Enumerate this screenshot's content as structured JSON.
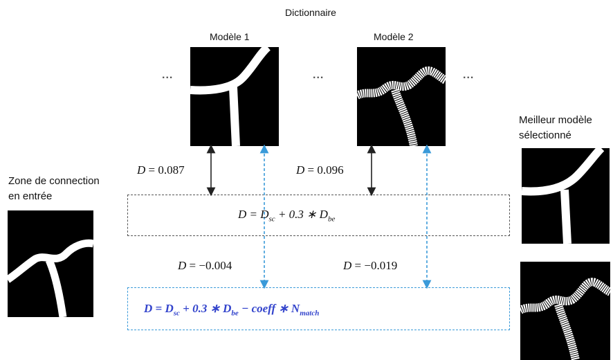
{
  "dictionary": {
    "title": "Dictionnaire",
    "model1_label": "Modèle 1",
    "model2_label": "Modèle 2",
    "ellipsis": "..."
  },
  "input": {
    "label_line1": "Zone de connection",
    "label_line2": "en entrée"
  },
  "best": {
    "label_line1": "Meilleur modèle",
    "label_line2": "sélectionné"
  },
  "distances": {
    "d1_black": "0.087",
    "d2_black": "0.096",
    "d1_blue": "−0.004",
    "d2_blue": "−0.019"
  },
  "formulas": {
    "black": {
      "prefix": "D = D",
      "sub1": "sc",
      "mid": " + 0.3 ∗ D",
      "sub2": "be"
    },
    "blue": {
      "prefix": "D = D",
      "sub1": "sc",
      "mid": " + 0.3 ∗ D",
      "sub2": "be",
      "rest": " − coeff ∗ N",
      "sub3": "match"
    }
  },
  "colors": {
    "black_arrow": "#222222",
    "blue_arrow": "#3a9ad9",
    "blue_formula": "#3344cc"
  }
}
